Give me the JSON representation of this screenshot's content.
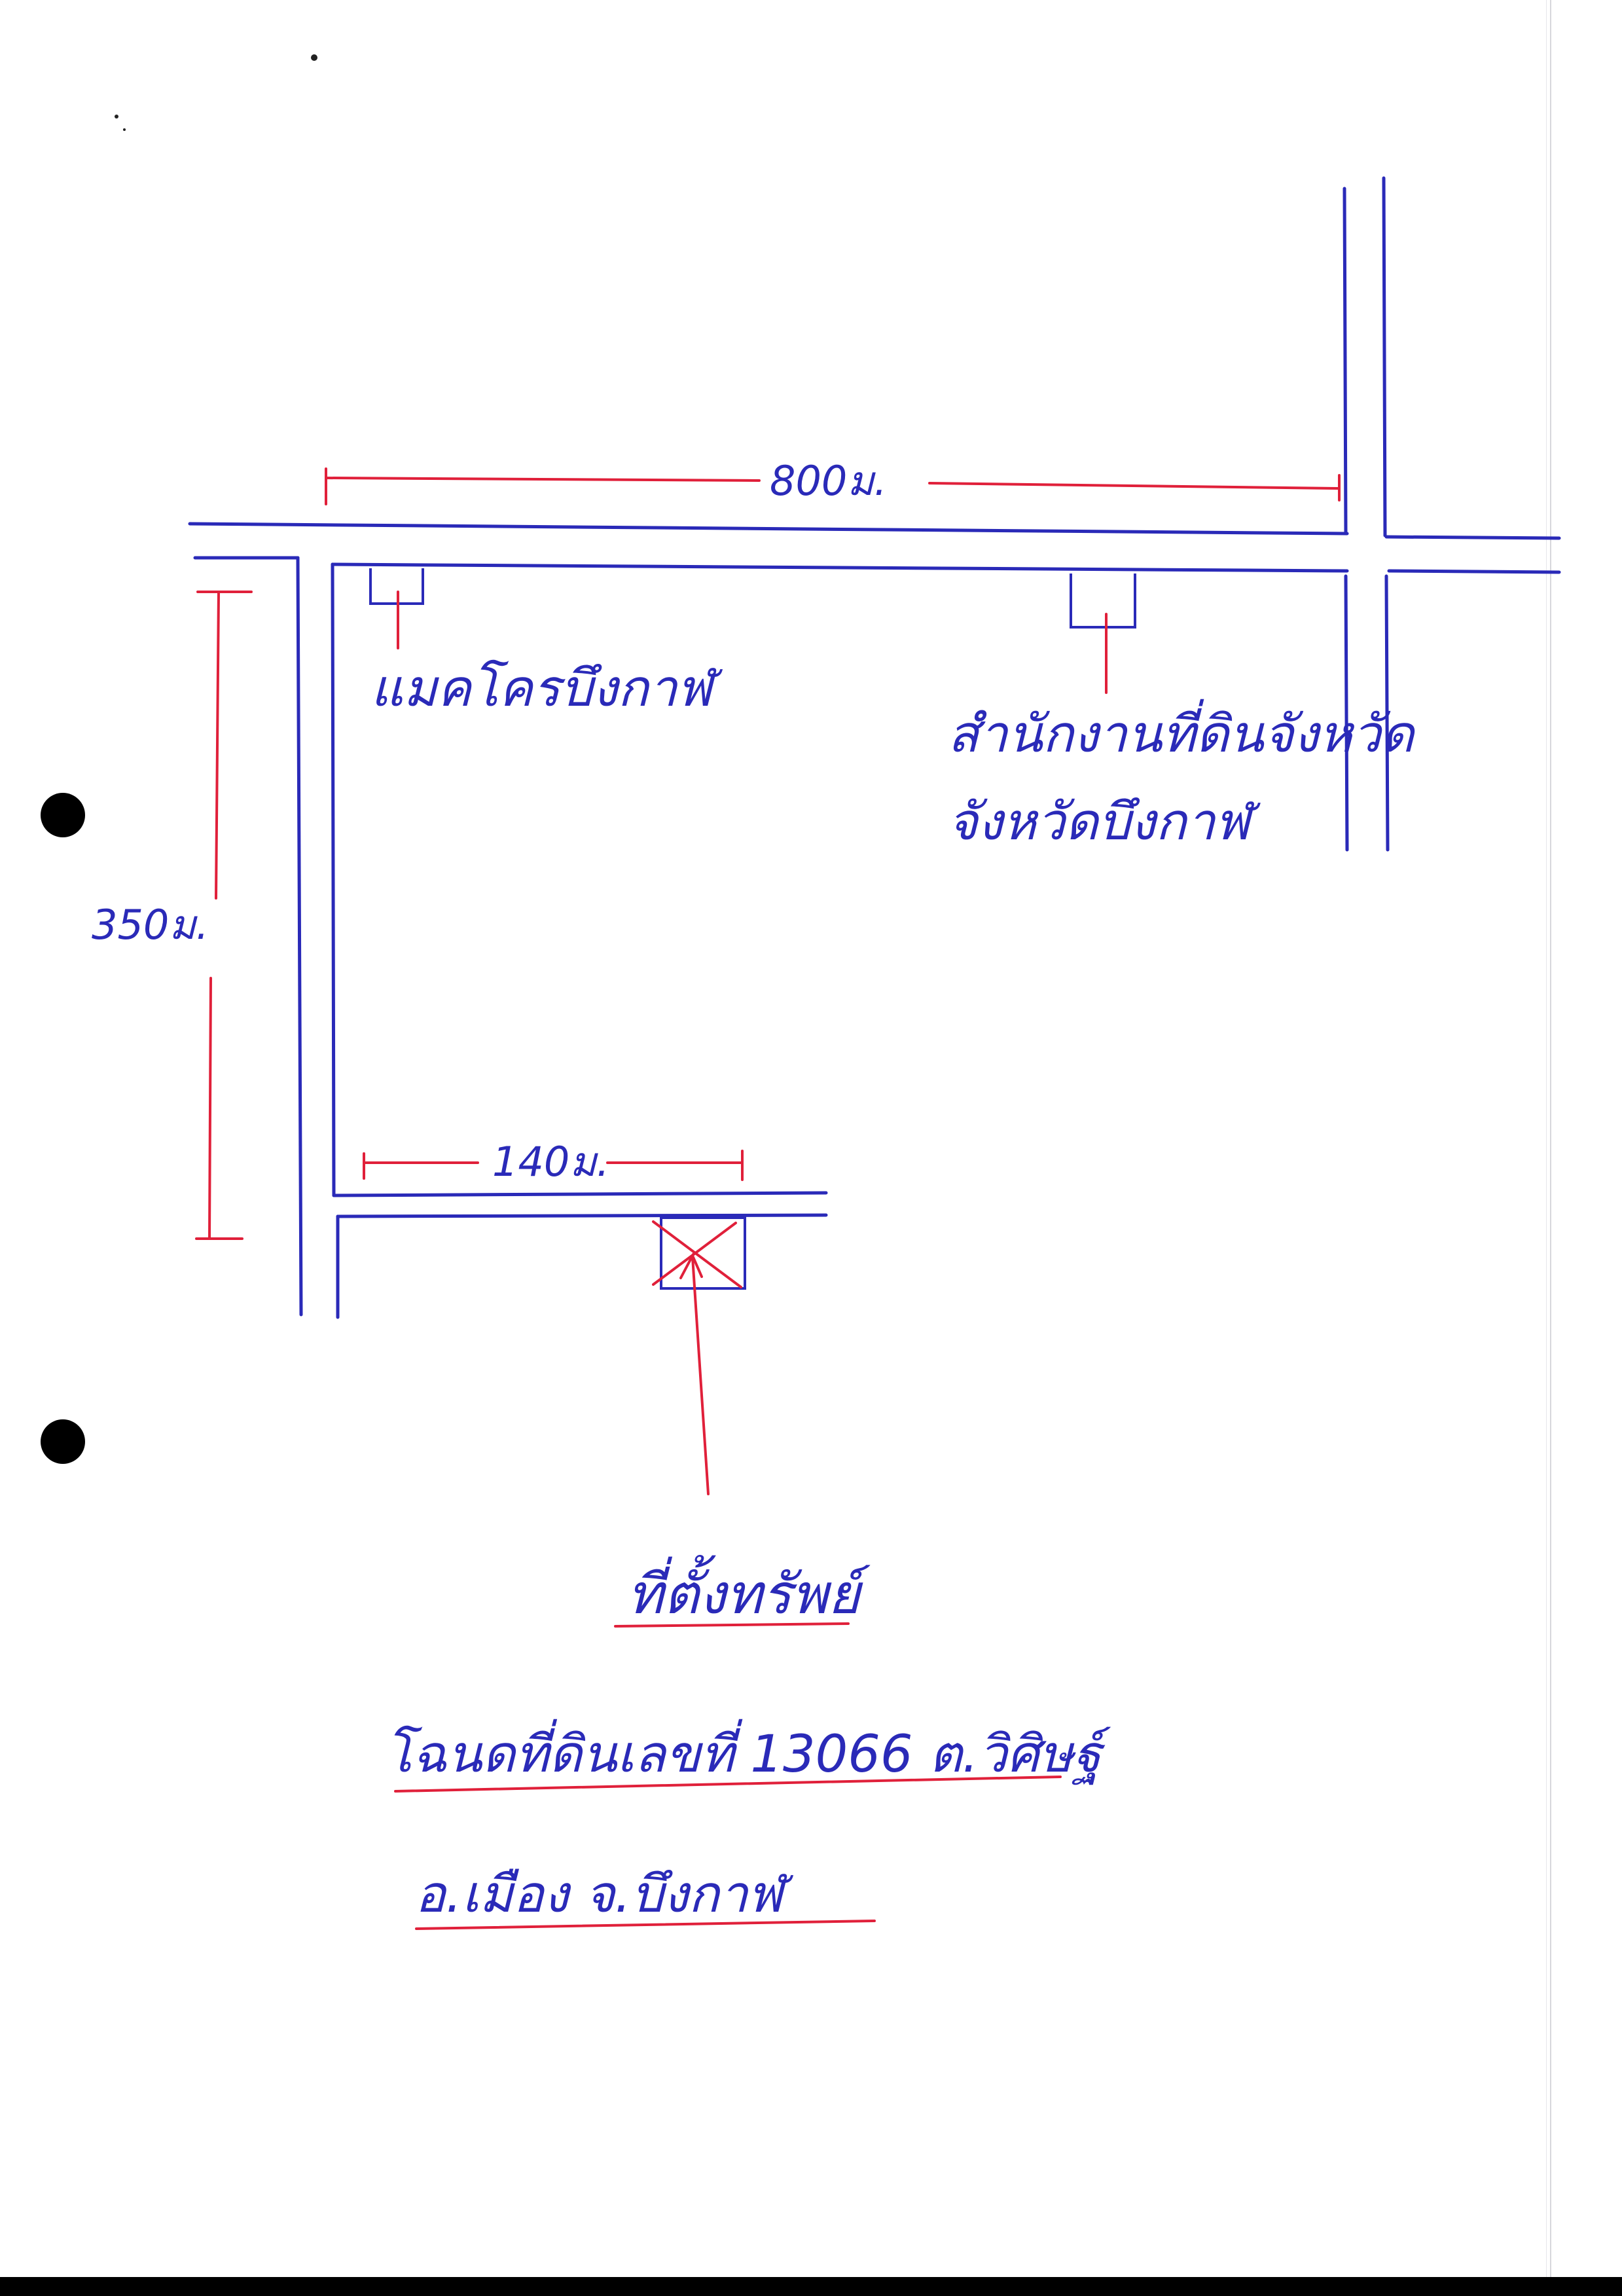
{
  "dimensions": {
    "top_road": "800ม.",
    "left_road": "350ม.",
    "side_street": "140ม."
  },
  "landmarks": {
    "makro": "แมคโครบึงกาฬ",
    "land_office_line1": "สำนักงานที่ดินจังหวัด",
    "land_office_line2": "จังหวัดบึงกาฬ"
  },
  "property": {
    "title": "ที่ตั้งทรัพย์",
    "deed_line": "โฉนดที่ดินเลขที่ 13066 ต.วิศิษฐ์",
    "district_line": "อ.เมือง จ.บึงกาฬ"
  },
  "colors": {
    "ink_blue": "#2a2ab8",
    "ink_red": "#e0203a"
  }
}
